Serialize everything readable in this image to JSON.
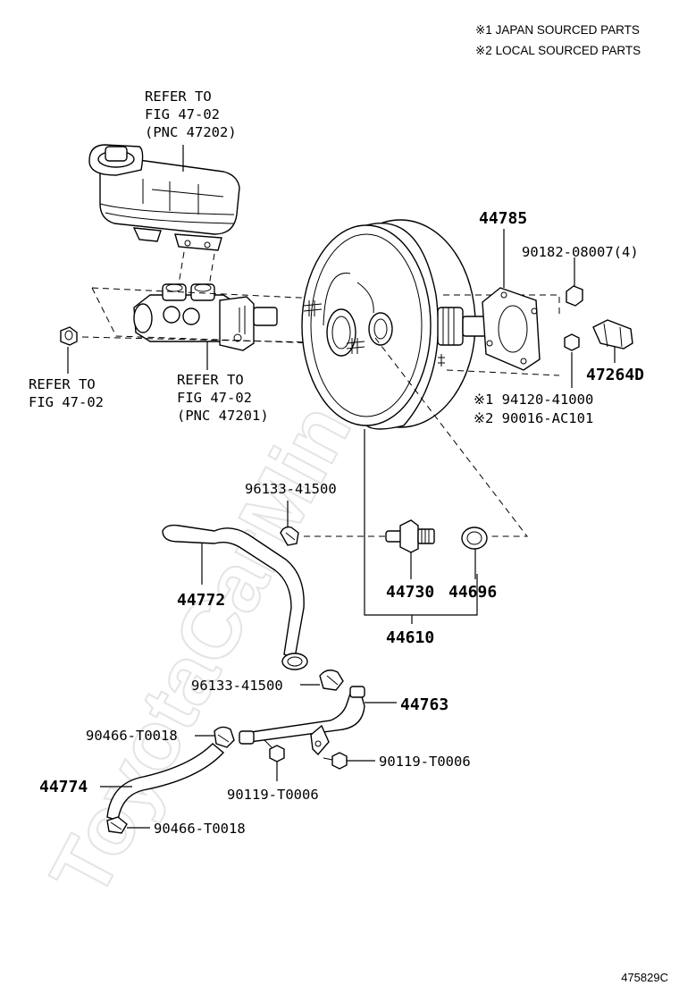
{
  "legend": {
    "japan": "※1 JAPAN SOURCED PARTS",
    "local": "※2 LOCAL SOURCED PARTS"
  },
  "refs": {
    "reservoir": [
      "REFER TO",
      "FIG 47-02",
      "(PNC 47202)"
    ],
    "master_cylinder": [
      "REFER TO",
      "FIG 47-02",
      "(PNC 47201)"
    ],
    "nut": [
      "REFER TO",
      "FIG 47-02"
    ]
  },
  "parts": {
    "p44785": "44785",
    "p90182": "90182-08007(4)",
    "p47264D": "47264D",
    "p94120": "※1 94120-41000",
    "p90016": "※2 90016-AC101",
    "p96133_upper": "96133-41500",
    "p44772": "44772",
    "p44730": "44730",
    "p44696": "44696",
    "p44610": "44610",
    "p96133_lower": "96133-41500",
    "p44763": "44763",
    "p90466_upper": "90466-T0018",
    "p90119_right": "90119-T0006",
    "p44774": "44774",
    "p90119_lower": "90119-T0006",
    "p90466_lower": "90466-T0018"
  },
  "watermark": "ToyotaCarMine.ru",
  "figure_id": "475829C"
}
